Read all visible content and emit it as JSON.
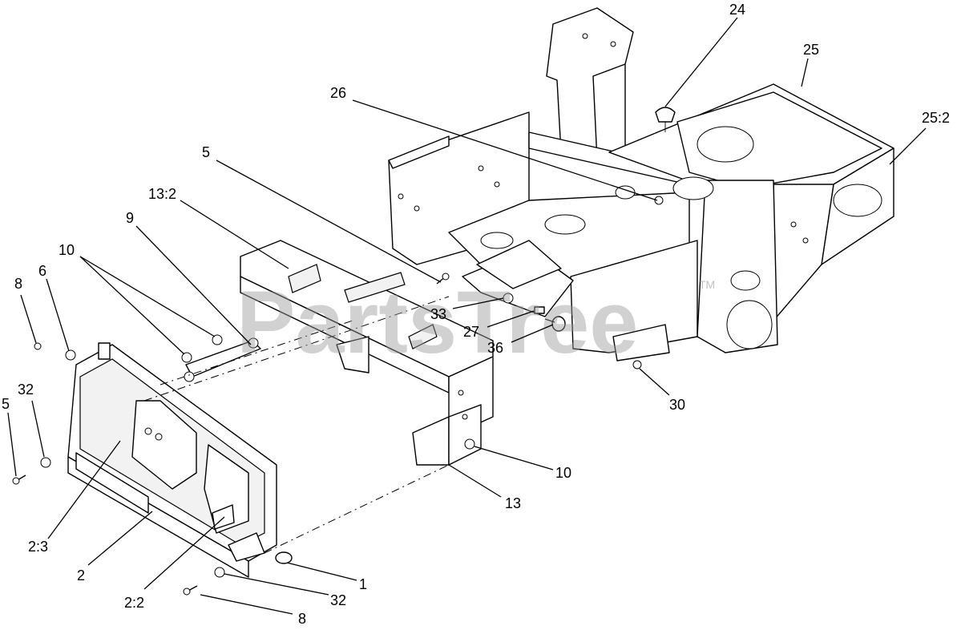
{
  "watermark": {
    "text": "PartsTree",
    "trademark": "TM"
  },
  "callouts": [
    {
      "id": "c-24",
      "label": "24"
    },
    {
      "id": "c-25",
      "label": "25"
    },
    {
      "id": "c-25-2",
      "label": "25:2"
    },
    {
      "id": "c-26",
      "label": "26"
    },
    {
      "id": "c-5-top",
      "label": "5"
    },
    {
      "id": "c-13-2",
      "label": "13:2"
    },
    {
      "id": "c-9",
      "label": "9"
    },
    {
      "id": "c-10-left",
      "label": "10"
    },
    {
      "id": "c-6",
      "label": "6"
    },
    {
      "id": "c-8-left",
      "label": "8"
    },
    {
      "id": "c-33",
      "label": "33"
    },
    {
      "id": "c-27",
      "label": "27"
    },
    {
      "id": "c-36",
      "label": "36"
    },
    {
      "id": "c-30",
      "label": "30"
    },
    {
      "id": "c-32-left",
      "label": "32"
    },
    {
      "id": "c-5-left",
      "label": "5"
    },
    {
      "id": "c-10-right",
      "label": "10"
    },
    {
      "id": "c-13",
      "label": "13"
    },
    {
      "id": "c-2-3",
      "label": "2:3"
    },
    {
      "id": "c-2",
      "label": "2"
    },
    {
      "id": "c-1",
      "label": "1"
    },
    {
      "id": "c-32-bottom",
      "label": "32"
    },
    {
      "id": "c-2-2",
      "label": "2:2"
    },
    {
      "id": "c-8-bottom",
      "label": "8"
    }
  ]
}
